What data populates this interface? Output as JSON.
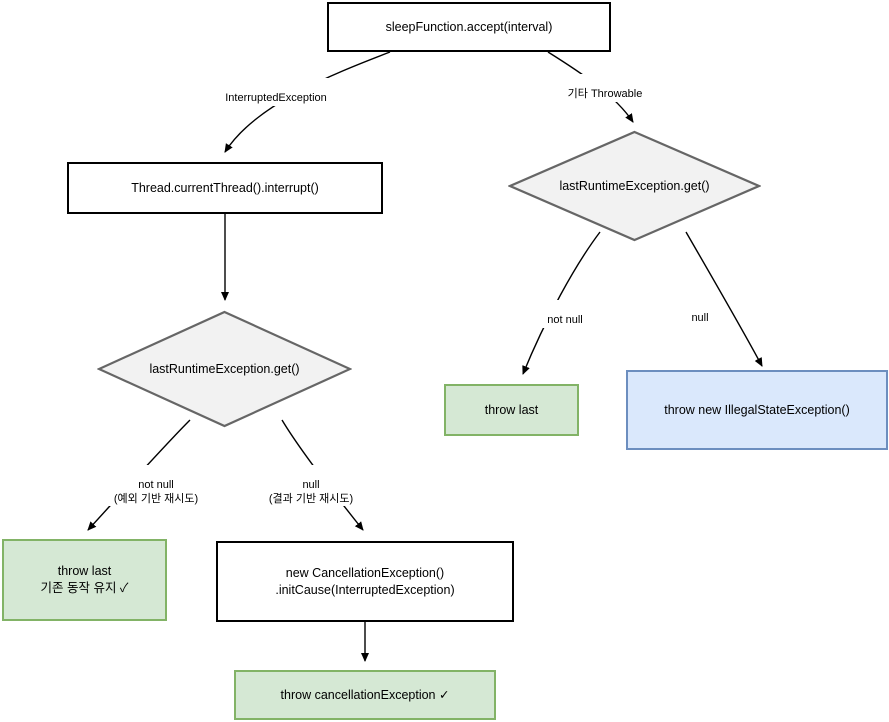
{
  "diagram": {
    "title": "sleepFunction exception handling flow",
    "colors": {
      "process_border": "#000000",
      "process_fill": "#ffffff",
      "decision_border": "#666666",
      "decision_fill": "#f2f2f2",
      "green_border": "#82b366",
      "green_fill": "#d5e8d4",
      "blue_border": "#6c8ebf",
      "blue_fill": "#dae8fc",
      "edge": "#000000"
    },
    "nodes": {
      "start": {
        "label": "sleepFunction.accept(interval)"
      },
      "interrupt": {
        "label": "Thread.currentThread().interrupt()"
      },
      "decision_right": {
        "label": "lastRuntimeException.get()"
      },
      "decision_left": {
        "label": "lastRuntimeException.get()"
      },
      "throw_last_right": {
        "label": "throw last"
      },
      "throw_illegal_state": {
        "label": "throw new IllegalStateException()"
      },
      "throw_last_left": {
        "label": "throw last\n기존 동작 유지 ✓"
      },
      "new_cancellation": {
        "label": "new CancellationException()\n.initCause(InterruptedException)"
      },
      "throw_cancellation": {
        "label": "throw cancellationException ✓"
      }
    },
    "edge_labels": {
      "interrupted_exception": "InterruptedException",
      "other_throwable": "기타 Throwable",
      "right_not_null": "not null",
      "right_null": "null",
      "left_not_null": "not null\n(예외 기반 재시도)",
      "left_null": "null\n(결과 기반 재시도)"
    }
  }
}
